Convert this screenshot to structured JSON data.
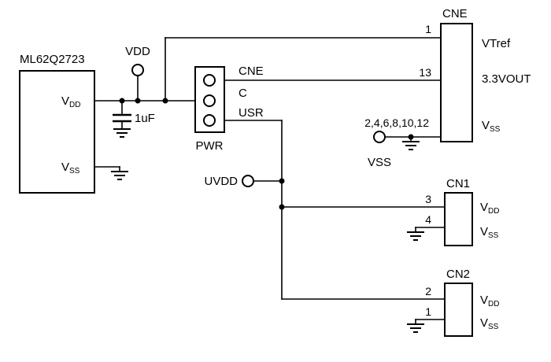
{
  "schematic": {
    "mcu": {
      "label": "ML62Q2723",
      "pin_vdd_main": "V",
      "pin_vdd_sub": "DD",
      "pin_vss_main": "V",
      "pin_vss_sub": "SS"
    },
    "power_net": {
      "vdd_terminal_label": "VDD",
      "capacitor_value": "1uF"
    },
    "pwr_header": {
      "label": "PWR",
      "pin_cne_label": "CNE",
      "pin_c_label": "C",
      "pin_usr_label": "USR"
    },
    "uvdd_terminal_label": "UVDD",
    "vss_terminal_label": "VSS",
    "cne_connector": {
      "label": "CNE",
      "pin1_number": "1",
      "pin1_name": "VTref",
      "pin13_number": "13",
      "pin13_name": "3.3VOUT",
      "vss_pin_numbers": "2,4,6,8,10,12",
      "vss_main": "V",
      "vss_sub": "SS"
    },
    "cn1_connector": {
      "label": "CN1",
      "pin3_number": "3",
      "pin4_number": "4",
      "vdd_main": "V",
      "vdd_sub": "DD",
      "vss_main": "V",
      "vss_sub": "SS"
    },
    "cn2_connector": {
      "label": "CN2",
      "pin2_number": "2",
      "pin1_number": "1",
      "vdd_main": "V",
      "vdd_sub": "DD",
      "vss_main": "V",
      "vss_sub": "SS"
    },
    "colors": {
      "wire": "#000000",
      "background": "#ffffff"
    }
  }
}
